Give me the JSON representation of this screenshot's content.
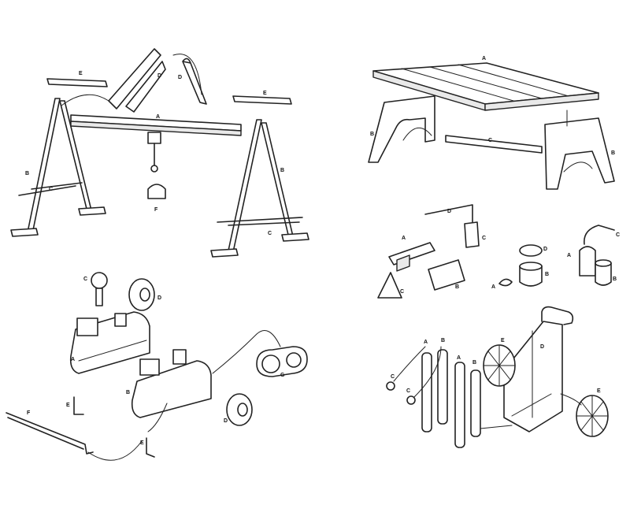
{
  "labels": {
    "A": "A",
    "B": "B",
    "C": "C",
    "D": "D",
    "E": "E",
    "F": "F",
    "G": "G"
  },
  "colors": {
    "stroke": "#222222",
    "background": "#ffffff",
    "shade": "#e9e9e9"
  }
}
